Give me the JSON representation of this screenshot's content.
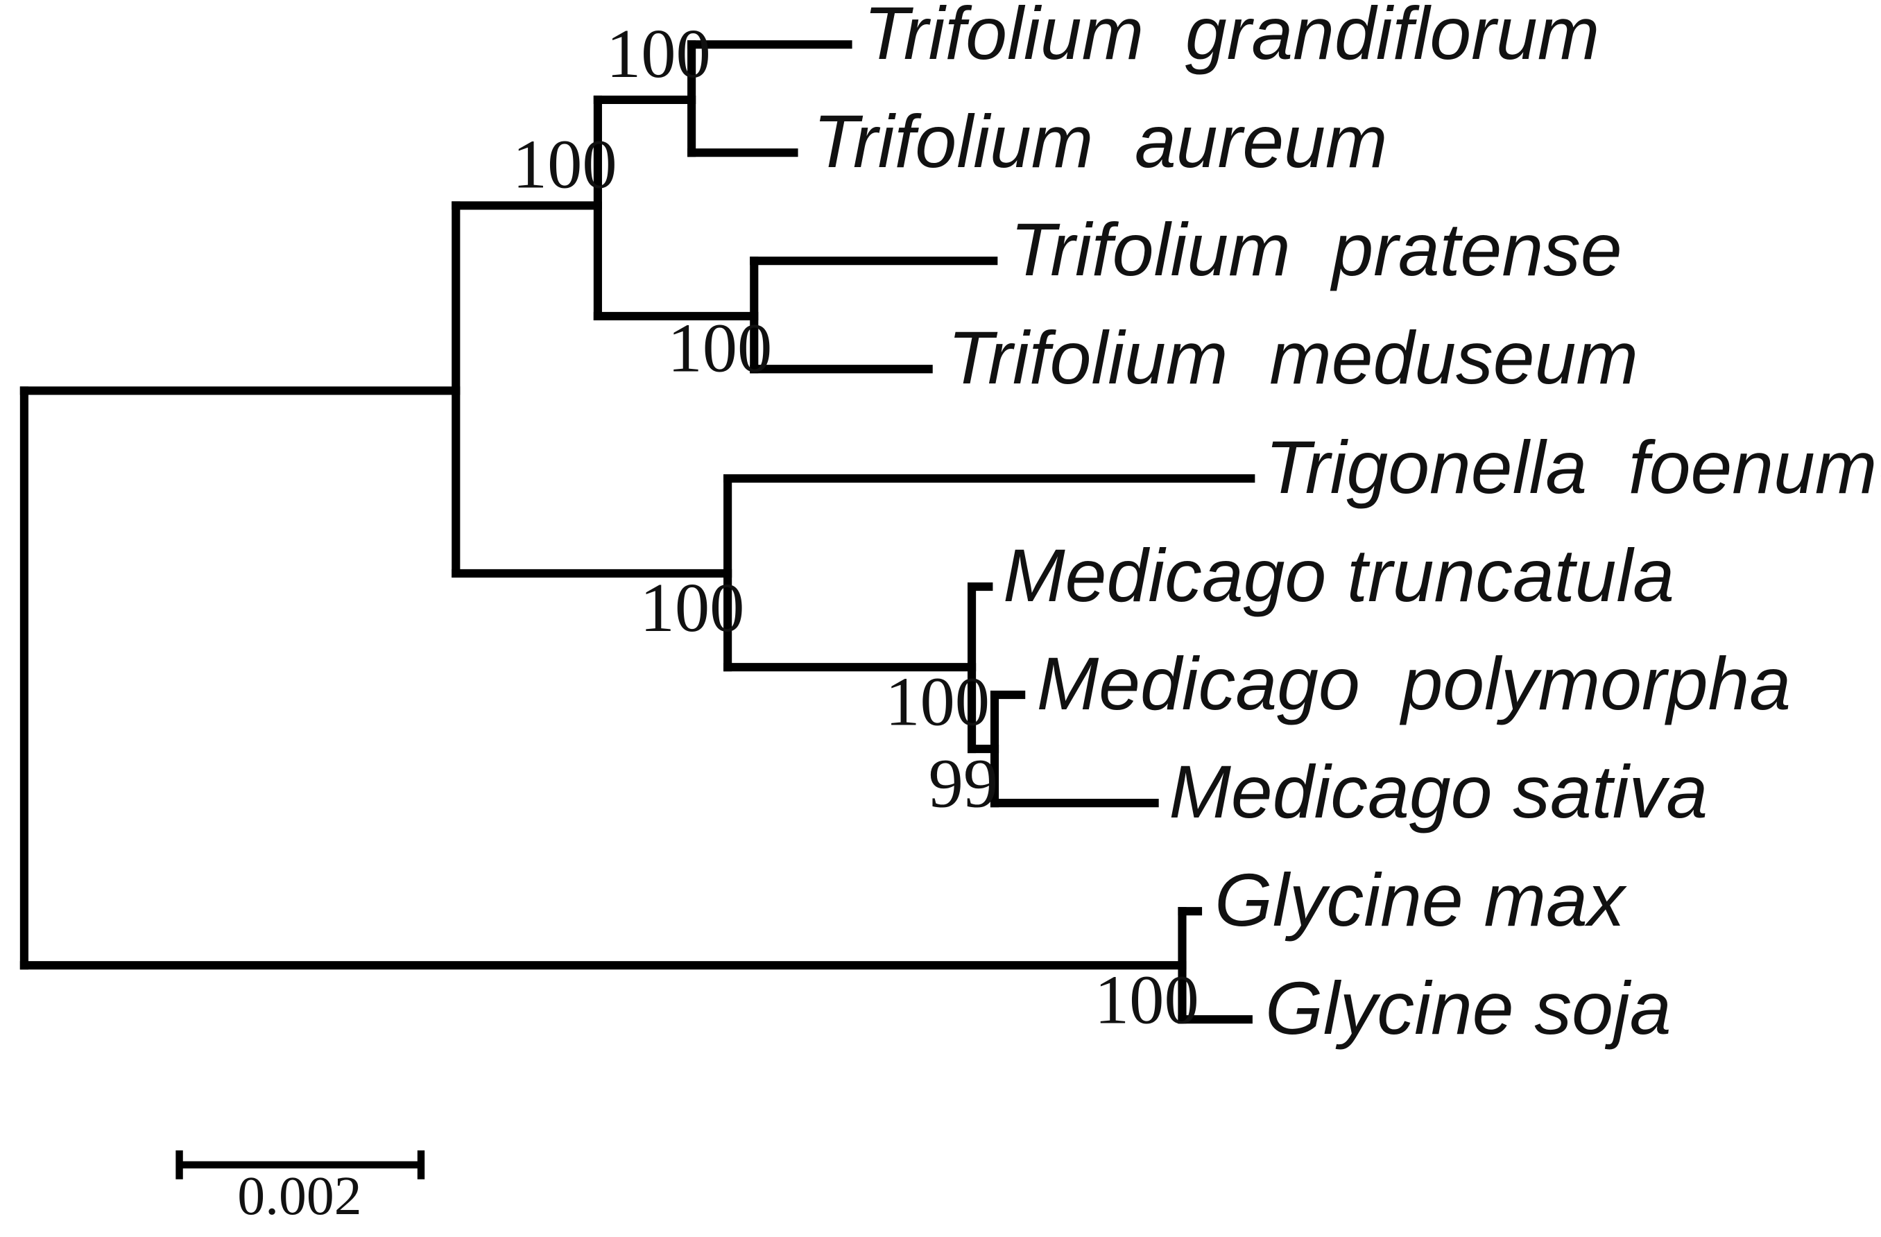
{
  "tree": {
    "leaves": [
      {
        "id": "t_grand",
        "name": "Trifolium  grandiflorum"
      },
      {
        "id": "t_aur",
        "name": "Trifolium  aureum"
      },
      {
        "id": "t_prat",
        "name": "Trifolium  pratense"
      },
      {
        "id": "t_med",
        "name": "Trifolium  meduseum"
      },
      {
        "id": "trig",
        "name": "Trigonella  foenum-graecum"
      },
      {
        "id": "m_trunc",
        "name": "Medicago truncatula"
      },
      {
        "id": "m_poly",
        "name": "Medicago  polymorpha"
      },
      {
        "id": "m_sat",
        "name": "Medicago sativa"
      },
      {
        "id": "g_max",
        "name": "Glycine max"
      },
      {
        "id": "g_soja",
        "name": "Glycine soja"
      }
    ],
    "clades": [
      {
        "id": "c_grand_aur",
        "support": "100"
      },
      {
        "id": "c_trifolium",
        "support": "100"
      },
      {
        "id": "c_prat_med",
        "support": "100"
      },
      {
        "id": "c_trig_medicago",
        "support": "100"
      },
      {
        "id": "c_medicago",
        "support": "100"
      },
      {
        "id": "c_poly_sat",
        "support": "99"
      },
      {
        "id": "c_glycine",
        "support": "100"
      }
    ],
    "scale_bar": {
      "label": "0.002"
    }
  }
}
